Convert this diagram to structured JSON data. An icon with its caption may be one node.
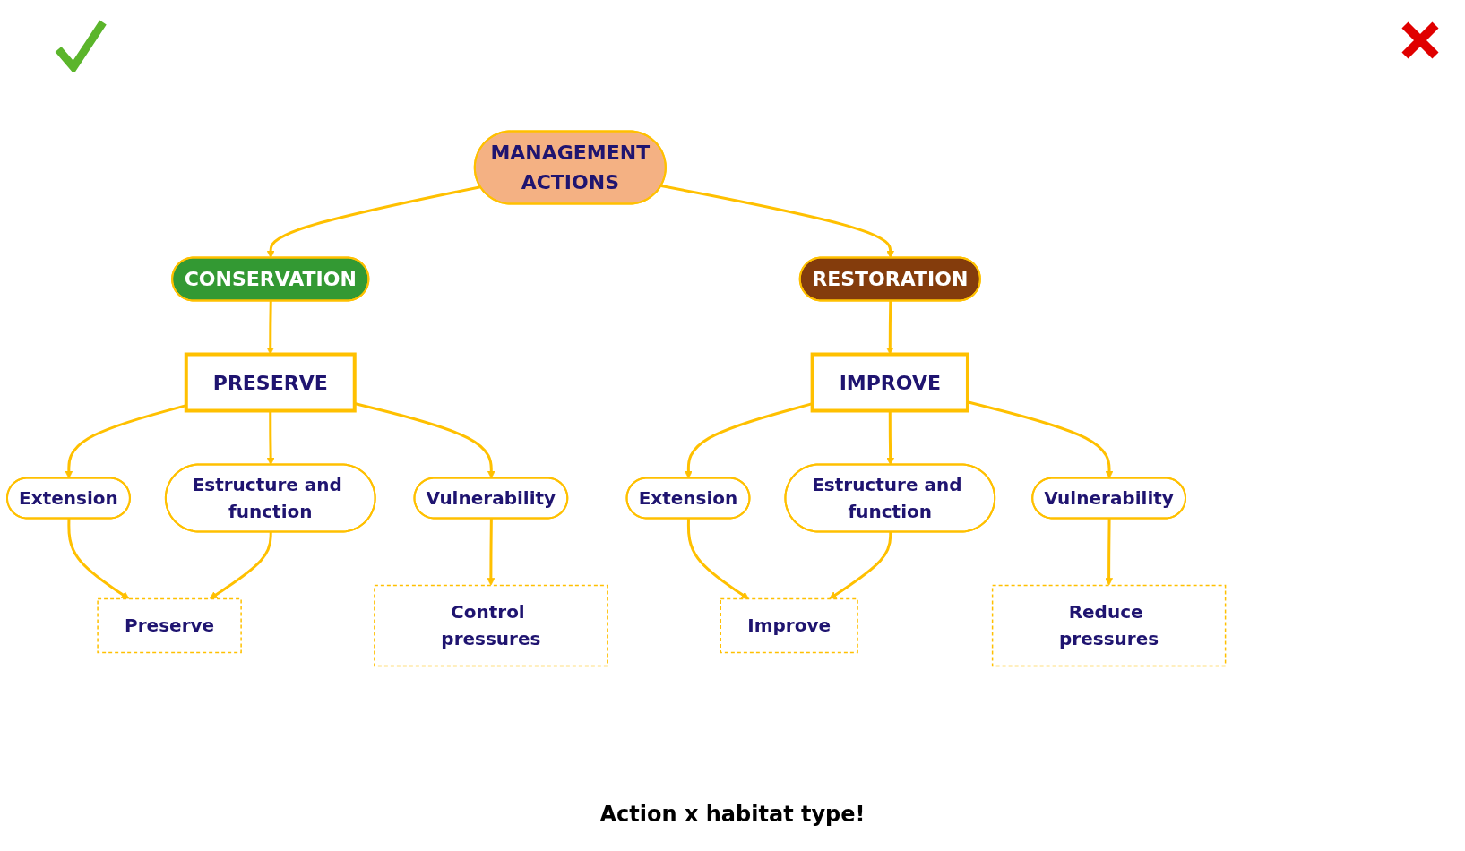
{
  "diagram": {
    "nodes": [
      {
        "text": [
          "MANAGEMENT",
          "ACTIONS"
        ]
      },
      {
        "text": [
          "CONSERVATION"
        ]
      },
      {
        "text": [
          "RESTORATION"
        ]
      },
      {
        "text": [
          "PRESERVE"
        ]
      },
      {
        "text": [
          "IMPROVE"
        ]
      },
      {
        "text": [
          "Extension"
        ]
      },
      {
        "text": [
          "Estructure and function"
        ]
      },
      {
        "text": [
          "Vulnerability"
        ]
      },
      {
        "text": [
          "Preserve"
        ]
      },
      {
        "text": [
          "Control pressures"
        ]
      },
      {
        "text": [
          "Extension"
        ]
      },
      {
        "text": [
          "Estructure and function"
        ]
      },
      {
        "text": [
          "Vulnerability"
        ]
      },
      {
        "text": [
          "Improve"
        ]
      },
      {
        "text": [
          "Reduce pressures"
        ]
      }
    ],
    "edges": [
      {
        "from": 0,
        "to": 1,
        "arrow": "to"
      },
      {
        "from": 0,
        "to": 2,
        "arrow": "to"
      },
      {
        "from": 1,
        "to": 3,
        "arrow": "to"
      },
      {
        "from": 2,
        "to": 4,
        "arrow": "to"
      },
      {
        "from": 3,
        "to": 5,
        "arrow": "to"
      },
      {
        "from": 3,
        "to": 6,
        "arrow": "to"
      },
      {
        "from": 3,
        "to": 7,
        "arrow": "to"
      },
      {
        "from": 5,
        "to": 8,
        "arrow": "to"
      },
      {
        "from": 6,
        "to": 8,
        "arrow": "to"
      },
      {
        "from": 7,
        "to": 9,
        "arrow": "to"
      },
      {
        "from": 4,
        "to": 10,
        "arrow": "to"
      },
      {
        "from": 4,
        "to": 11,
        "arrow": "to"
      },
      {
        "from": 4,
        "to": 12,
        "arrow": "to"
      },
      {
        "from": 10,
        "to": 13,
        "arrow": "to"
      },
      {
        "from": 11,
        "to": 13,
        "arrow": "to"
      },
      {
        "from": 12,
        "to": 14,
        "arrow": "to"
      }
    ],
    "labels": [
      "Action x habitat type!"
    ]
  }
}
